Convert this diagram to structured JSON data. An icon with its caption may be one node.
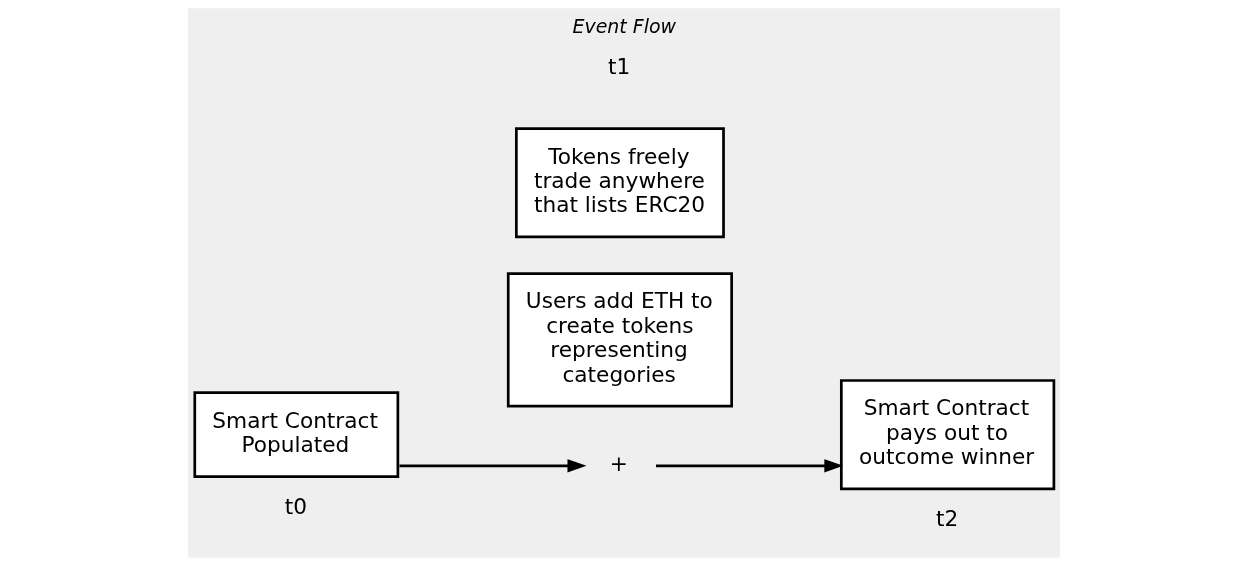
{
  "diagram": {
    "title": "Event Flow",
    "nodes": [
      {
        "text": [
          "Smart Contract Populated"
        ],
        "beside": [
          "t0"
        ]
      },
      {
        "text": [
          "Users add ETH to create tokens representing categories"
        ]
      },
      {
        "text": [
          "+"
        ]
      },
      {
        "text": [
          "Tokens freely trade anywhere that lists ERC20"
        ]
      },
      {
        "text": [
          "Smart Contract pays out to outcome winner"
        ],
        "beside": [
          "t2"
        ]
      }
    ],
    "edges": [
      {
        "from": 0,
        "to": 2,
        "arrow": "to"
      },
      {
        "from": 2,
        "to": 4,
        "arrow": "to"
      }
    ],
    "labels": [
      "t1"
    ]
  }
}
